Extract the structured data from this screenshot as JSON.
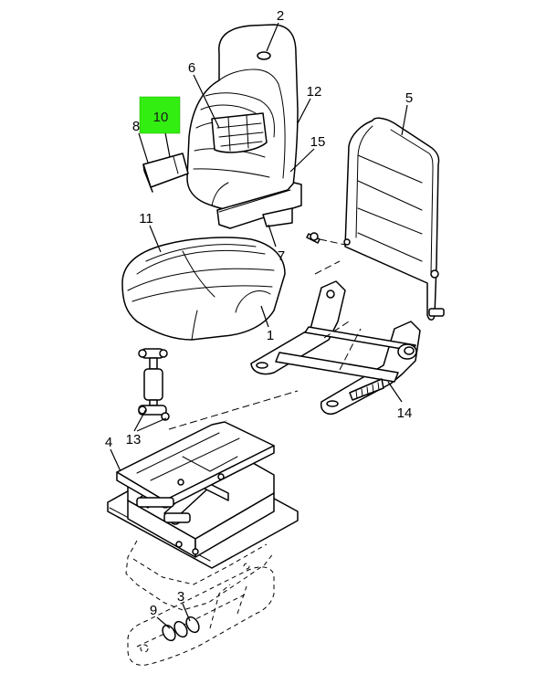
{
  "diagram": {
    "highlight_color": "#33ee11",
    "highlighted_callout": "10",
    "callouts": {
      "c1": "1",
      "c2": "2",
      "c3": "3",
      "c4": "4",
      "c5": "5",
      "c6": "6",
      "c7": "7",
      "c8": "8",
      "c9": "9",
      "c10": "10",
      "c11": "11",
      "c12": "12",
      "c13": "13",
      "c14": "14",
      "c15": "15"
    }
  }
}
